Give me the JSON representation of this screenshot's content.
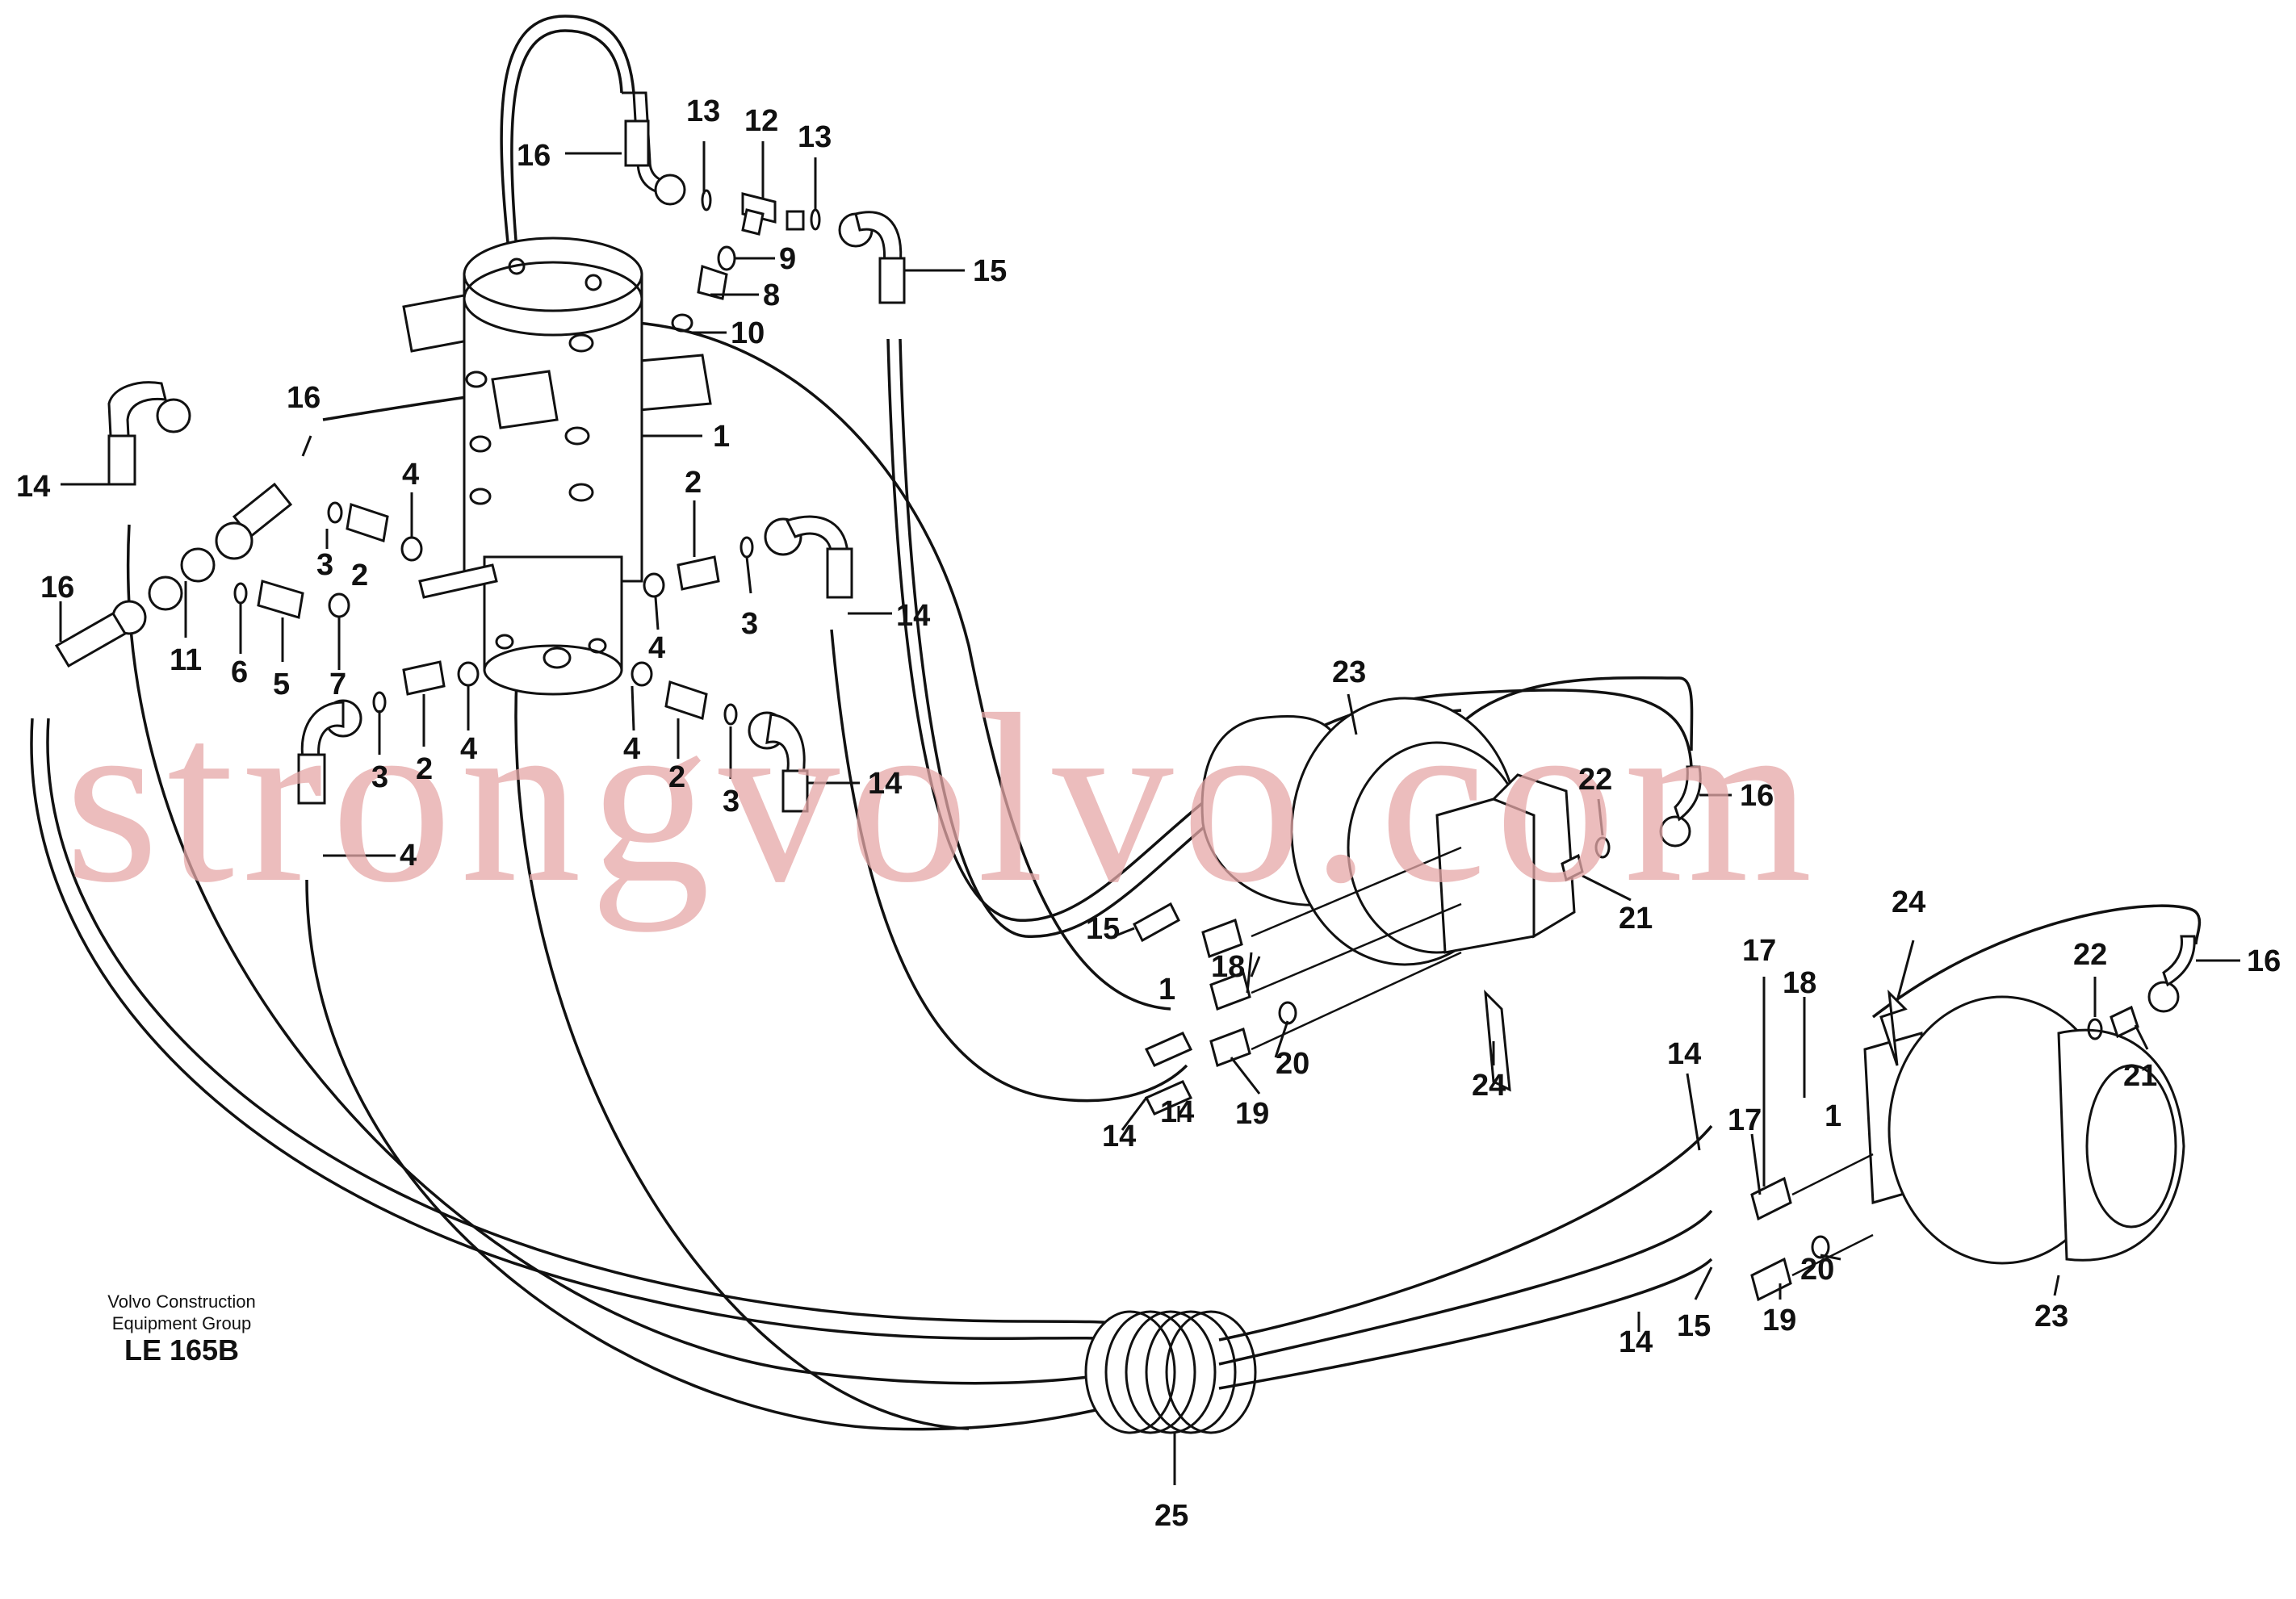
{
  "diagram": {
    "watermark": {
      "text": "strongvolvo.com",
      "color": "#e6a8a8"
    },
    "credit": {
      "line1": "Volvo Construction",
      "line2": "Equipment Group",
      "code": "LE 165B"
    },
    "labels": [
      {
        "id": "l-16-top",
        "text": "16"
      },
      {
        "id": "l-13-a",
        "text": "13"
      },
      {
        "id": "l-12",
        "text": "12"
      },
      {
        "id": "l-13-b",
        "text": "13"
      },
      {
        "id": "l-15-top",
        "text": "15"
      },
      {
        "id": "l-9",
        "text": "9"
      },
      {
        "id": "l-8",
        "text": "8"
      },
      {
        "id": "l-10",
        "text": "10"
      },
      {
        "id": "l-16-left",
        "text": "16"
      },
      {
        "id": "l-1",
        "text": "1"
      },
      {
        "id": "l-14-left",
        "text": "14"
      },
      {
        "id": "l-4-a",
        "text": "4"
      },
      {
        "id": "l-2-a",
        "text": "2"
      },
      {
        "id": "l-3-a",
        "text": "3"
      },
      {
        "id": "l-2-b",
        "text": "2"
      },
      {
        "id": "l-16-far",
        "text": "16"
      },
      {
        "id": "l-11",
        "text": "11"
      },
      {
        "id": "l-6",
        "text": "6"
      },
      {
        "id": "l-5",
        "text": "5"
      },
      {
        "id": "l-7",
        "text": "7"
      },
      {
        "id": "l-14-mid",
        "text": "14"
      },
      {
        "id": "l-3-b",
        "text": "3"
      },
      {
        "id": "l-4-b",
        "text": "4"
      },
      {
        "id": "l-3-c",
        "text": "3"
      },
      {
        "id": "l-2-c",
        "text": "2"
      },
      {
        "id": "l-4-c",
        "text": "4"
      },
      {
        "id": "l-4-d",
        "text": "4"
      },
      {
        "id": "l-2-d",
        "text": "2"
      },
      {
        "id": "l-3-d",
        "text": "3"
      },
      {
        "id": "l-14-low",
        "text": "14"
      },
      {
        "id": "l-4-e",
        "text": "4"
      },
      {
        "id": "l-23-top",
        "text": "23"
      },
      {
        "id": "l-22-a",
        "text": "22"
      },
      {
        "id": "l-16-right-a",
        "text": "16"
      },
      {
        "id": "l-21-a",
        "text": "21"
      },
      {
        "id": "l-15-mid",
        "text": "15"
      },
      {
        "id": "l-1-mid",
        "text": "1"
      },
      {
        "id": "l-18-a",
        "text": "18"
      },
      {
        "id": "l-20-a",
        "text": "20"
      },
      {
        "id": "l-19-a",
        "text": "19"
      },
      {
        "id": "l-14-b1",
        "text": "14"
      },
      {
        "id": "l-14-b2",
        "text": "14"
      },
      {
        "id": "l-24-a",
        "text": "24"
      },
      {
        "id": "l-24-b",
        "text": "24"
      },
      {
        "id": "l-17-a",
        "text": "17"
      },
      {
        "id": "l-18-b",
        "text": "18"
      },
      {
        "id": "l-22-b",
        "text": "22"
      },
      {
        "id": "l-16-right-b",
        "text": "16"
      },
      {
        "id": "l-21-b",
        "text": "21"
      },
      {
        "id": "l-14-c",
        "text": "14"
      },
      {
        "id": "l-17-b",
        "text": "17"
      },
      {
        "id": "l-1-c",
        "text": "1"
      },
      {
        "id": "l-20-b",
        "text": "20"
      },
      {
        "id": "l-19-b",
        "text": "19"
      },
      {
        "id": "l-14-d",
        "text": "14"
      },
      {
        "id": "l-15-low",
        "text": "15"
      },
      {
        "id": "l-23-low",
        "text": "23"
      },
      {
        "id": "l-25",
        "text": "25"
      }
    ]
  }
}
